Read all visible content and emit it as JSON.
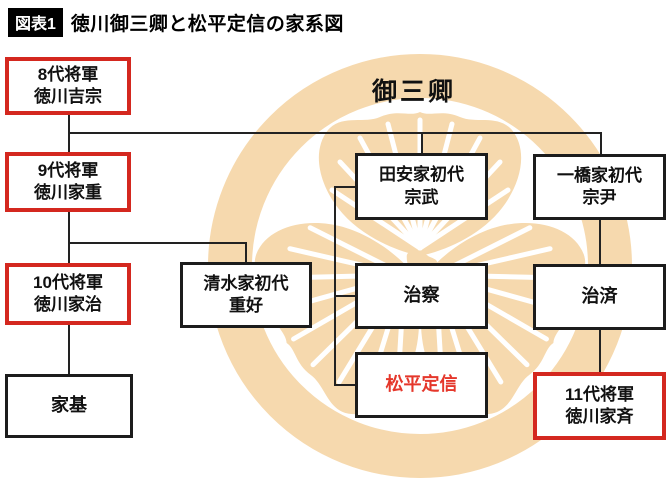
{
  "title": {
    "badge": "図表1",
    "text": "徳川御三卿と松平定信の家系図"
  },
  "heading": {
    "gosankyo": "御三卿"
  },
  "colors": {
    "red": "#d4281f",
    "red_text": "#e5372b",
    "tan": "#f6d9ae",
    "line": "#222222"
  },
  "nodes": {
    "yoshimune": {
      "line1": "8代将軍",
      "line2": "徳川吉宗"
    },
    "ieshige": {
      "line1": "9代将軍",
      "line2": "徳川家重"
    },
    "ieharu": {
      "line1": "10代将軍",
      "line2": "徳川家治"
    },
    "iemoto": {
      "line1": "家基"
    },
    "shigeyoshi": {
      "line1": "清水家初代",
      "line2": "重好"
    },
    "munetake": {
      "line1": "田安家初代",
      "line2": "宗武"
    },
    "harusato": {
      "line1": "治察"
    },
    "sadanobu": {
      "line1": "松平定信"
    },
    "munetada": {
      "line1": "一橋家初代",
      "line2": "宗尹"
    },
    "harusada": {
      "line1": "治済"
    },
    "ienari": {
      "line1": "11代将軍",
      "line2": "徳川家斉"
    }
  }
}
